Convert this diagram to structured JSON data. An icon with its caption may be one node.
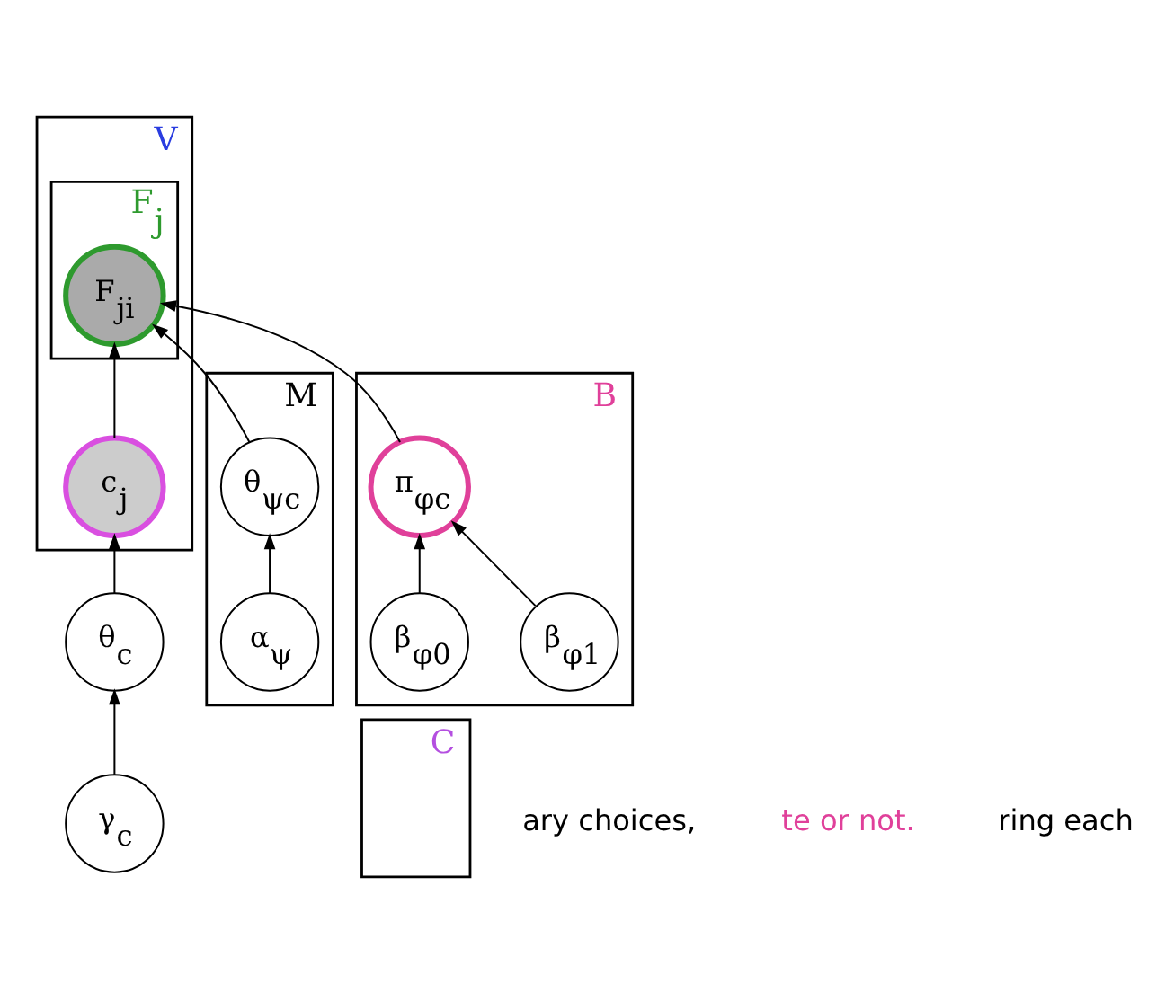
{
  "diagram": {
    "nodes": [
      {
        "text": [
          "γ$_{c}$"
        ]
      },
      {
        "text": [
          "θ$_{c}$"
        ]
      },
      {
        "text": [
          "V"
        ]
      },
      {
        "text": [
          "c$_{j}$"
        ],
        "in": 2
      },
      {
        "text": [
          "F$_{j}$"
        ],
        "in": 2
      },
      {
        "text": [
          "F$_{ji}$"
        ],
        "in": 4
      },
      {
        "text": [
          "C"
        ]
      },
      {
        "text": [
          "M"
        ]
      },
      {
        "text": [
          "θ$_{ψc}$"
        ],
        "in": 7
      },
      {
        "text": [
          "α$_{ψ}$"
        ],
        "in": 7
      },
      {
        "text": [
          "B"
        ]
      },
      {
        "text": [
          "π$_{φc}$"
        ],
        "in": 10
      },
      {
        "text": [
          "β$_{φ1}$"
        ],
        "in": 10
      },
      {
        "text": [
          "β$_{φ0}$"
        ],
        "in": 10
      }
    ],
    "edges": [
      {
        "from": 0,
        "to": 1,
        "arrow": "to"
      },
      {
        "from": 1,
        "to": 3,
        "arrow": "to"
      },
      {
        "from": 3,
        "to": 5,
        "arrow": "to"
      },
      {
        "from": 8,
        "to": 5,
        "arrow": "to"
      },
      {
        "from": 11,
        "to": 5,
        "arrow": "to"
      },
      {
        "from": 9,
        "to": 8,
        "arrow": "to"
      },
      {
        "from": 12,
        "to": 11,
        "arrow": "to"
      },
      {
        "from": 13,
        "to": 11,
        "arrow": "to"
      }
    ],
    "labels": [
      "ary choices,",
      "te or not.",
      "ring each"
    ]
  }
}
